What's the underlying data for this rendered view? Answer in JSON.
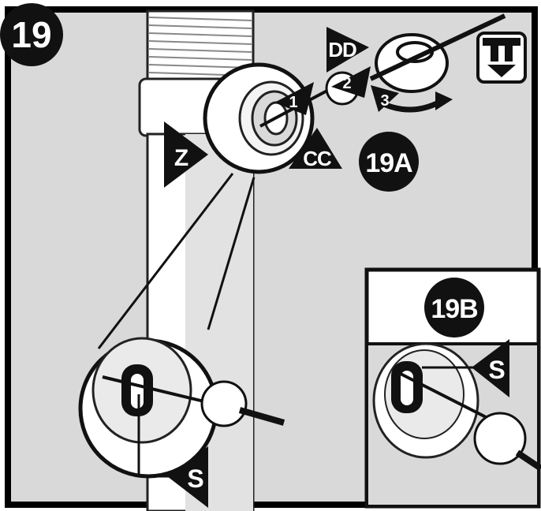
{
  "step": {
    "number": "19"
  },
  "callouts": {
    "z": "Z",
    "cc": "CC",
    "dd": "DD",
    "s_main": "S",
    "s_inset": "S"
  },
  "sequence": [
    "1",
    "2",
    "3"
  ],
  "insets": {
    "a": {
      "label": "19A"
    },
    "b": {
      "label": "19B"
    }
  },
  "icons": {
    "corner": "dispenser-icon"
  },
  "colors": {
    "background": "#d9d9d9",
    "ink": "#1a1a1a",
    "pipe": "#ffffff",
    "frame": "#000000"
  }
}
